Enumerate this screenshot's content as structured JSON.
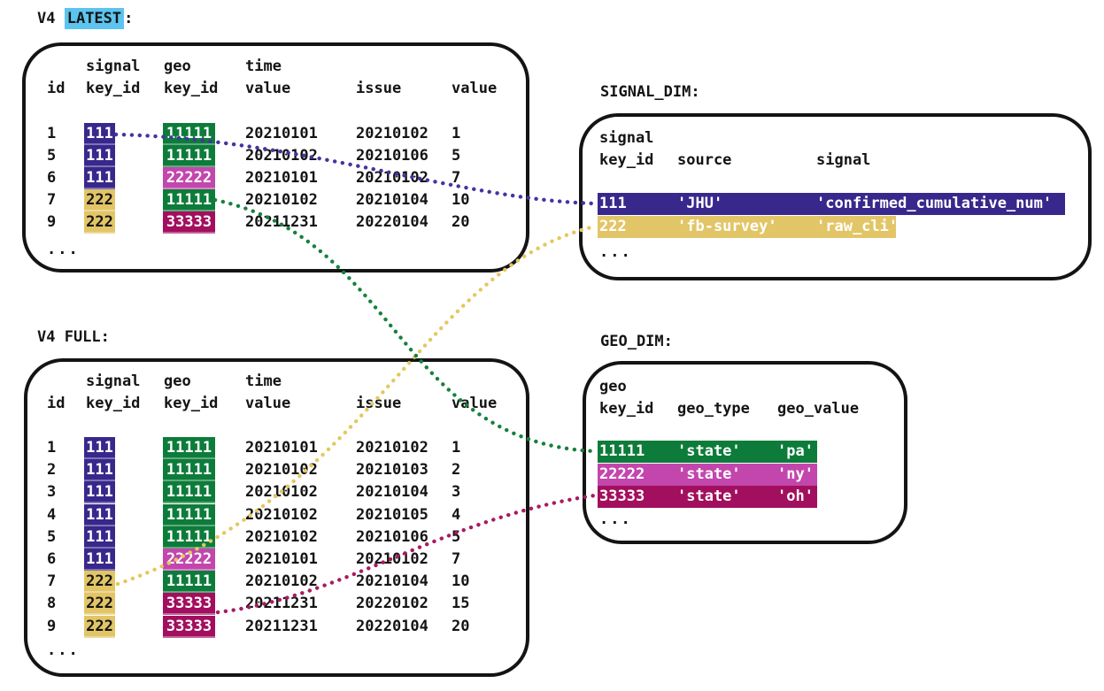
{
  "colors": {
    "signal_111_bg": "#38288c",
    "signal_222_bg": "#e2c566",
    "geo_11111_bg": "#0d7c3a",
    "geo_22222_bg": "#c346ad",
    "geo_33333_bg": "#a20f5e",
    "latest_highlight_bg": "#5cc4ef",
    "border_black": "#141414",
    "line_purple": "#4335a0",
    "line_yellow": "#e5c75f",
    "line_green": "#15813d",
    "line_crimson": "#a81a62"
  },
  "ellipsis": "...",
  "titles": {
    "v4_latest_prefix": "V4 ",
    "v4_latest_highlight": "LATEST",
    "v4_latest_suffix": ":",
    "v4_full": "V4 FULL:",
    "signal_dim": "SIGNAL_DIM:",
    "geo_dim": "GEO_DIM:"
  },
  "v4_headers": {
    "signal": "signal",
    "geo": "geo",
    "time": "time",
    "id": "id",
    "key_id": "key_id",
    "value": "value",
    "issue": "issue"
  },
  "v4_latest": {
    "rows": [
      {
        "id": "1",
        "signal_key": "111",
        "geo_key": "11111",
        "time_value": "20210101",
        "issue": "20210102",
        "value": "1"
      },
      {
        "id": "5",
        "signal_key": "111",
        "geo_key": "11111",
        "time_value": "20210102",
        "issue": "20210106",
        "value": "5"
      },
      {
        "id": "6",
        "signal_key": "111",
        "geo_key": "22222",
        "time_value": "20210101",
        "issue": "20210102",
        "value": "7"
      },
      {
        "id": "7",
        "signal_key": "222",
        "geo_key": "11111",
        "time_value": "20210102",
        "issue": "20210104",
        "value": "10"
      },
      {
        "id": "9",
        "signal_key": "222",
        "geo_key": "33333",
        "time_value": "20211231",
        "issue": "20220104",
        "value": "20"
      }
    ]
  },
  "v4_full": {
    "rows": [
      {
        "id": "1",
        "signal_key": "111",
        "geo_key": "11111",
        "time_value": "20210101",
        "issue": "20210102",
        "value": "1"
      },
      {
        "id": "2",
        "signal_key": "111",
        "geo_key": "11111",
        "time_value": "20210102",
        "issue": "20210103",
        "value": "2"
      },
      {
        "id": "3",
        "signal_key": "111",
        "geo_key": "11111",
        "time_value": "20210102",
        "issue": "20210104",
        "value": "3"
      },
      {
        "id": "4",
        "signal_key": "111",
        "geo_key": "11111",
        "time_value": "20210102",
        "issue": "20210105",
        "value": "4"
      },
      {
        "id": "5",
        "signal_key": "111",
        "geo_key": "11111",
        "time_value": "20210102",
        "issue": "20210106",
        "value": "5"
      },
      {
        "id": "6",
        "signal_key": "111",
        "geo_key": "22222",
        "time_value": "20210101",
        "issue": "20210102",
        "value": "7"
      },
      {
        "id": "7",
        "signal_key": "222",
        "geo_key": "11111",
        "time_value": "20210102",
        "issue": "20210104",
        "value": "10"
      },
      {
        "id": "8",
        "signal_key": "222",
        "geo_key": "33333",
        "time_value": "20211231",
        "issue": "20220102",
        "value": "15"
      },
      {
        "id": "9",
        "signal_key": "222",
        "geo_key": "33333",
        "time_value": "20211231",
        "issue": "20220104",
        "value": "20"
      }
    ]
  },
  "signal_dim": {
    "headers": {
      "signal": "signal",
      "key_id": "key_id",
      "source": "source",
      "signal2": "signal"
    },
    "rows": [
      {
        "key": "111",
        "source": "'JHU'",
        "signal": "'confirmed_cumulative_num'"
      },
      {
        "key": "222",
        "source": "'fb-survey'",
        "signal": "'raw_cli'"
      }
    ]
  },
  "geo_dim": {
    "headers": {
      "geo": "geo",
      "key_id": "key_id",
      "geo_type": "geo_type",
      "geo_value": "geo_value"
    },
    "rows": [
      {
        "key": "11111",
        "type": "'state'",
        "value": "'pa'"
      },
      {
        "key": "22222",
        "type": "'state'",
        "value": "'ny'"
      },
      {
        "key": "33333",
        "type": "'state'",
        "value": "'oh'"
      }
    ]
  }
}
